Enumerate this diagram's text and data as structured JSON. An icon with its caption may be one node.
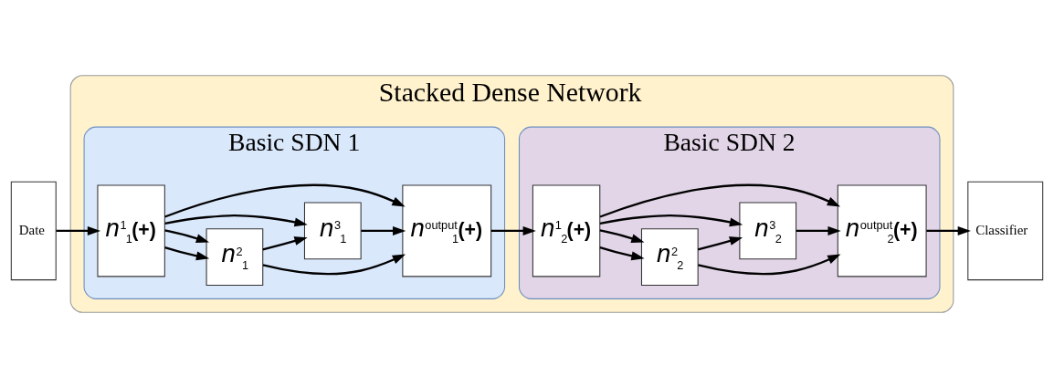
{
  "diagram": {
    "nodes": [
      {
        "text": [
          "Date"
        ]
      },
      {
        "text": [
          "Stacked Dense Network"
        ]
      },
      {
        "text": [
          "Basic SDN 1"
        ],
        "in": 1
      },
      {
        "text": [
          "*n*$^{1}$$_{1}$**(+)**"
        ],
        "in": 2
      },
      {
        "text": [
          "*n*$^{2}$$_{1}$"
        ],
        "in": 2
      },
      {
        "text": [
          "*n*$^{3}$$_{1}$"
        ],
        "in": 2
      },
      {
        "text": [
          "*n*$^{output}$$_{1}$**(+)**"
        ],
        "in": 2
      },
      {
        "text": [
          "Basic SDN 2"
        ],
        "in": 1
      },
      {
        "text": [
          "*n*$^{1}$$_{2}$**(+)**"
        ],
        "in": 7
      },
      {
        "text": [
          "*n*$^{2}$$_{2}$"
        ],
        "in": 7
      },
      {
        "text": [
          "*n*$^{3}$$_{2}$"
        ],
        "in": 7
      },
      {
        "text": [
          "*n*$^{output}$$_{2}$**(+)**"
        ],
        "in": 7
      },
      {
        "text": [
          "Classifier"
        ]
      }
    ],
    "edges": [
      {
        "from": 0,
        "to": 3,
        "arrow": "to"
      },
      {
        "from": 3,
        "to": 5,
        "arrow": "to"
      },
      {
        "from": 3,
        "to": 4,
        "arrow": "to"
      },
      {
        "from": 3,
        "to": 6,
        "arrow": "to"
      },
      {
        "from": 3,
        "to": 4,
        "arrow": "to"
      },
      {
        "from": 4,
        "to": 6,
        "arrow": "to"
      },
      {
        "from": 4,
        "to": 5,
        "arrow": "to"
      },
      {
        "from": 5,
        "to": 6,
        "arrow": "to"
      },
      {
        "from": 6,
        "to": 8,
        "arrow": "to"
      },
      {
        "from": 8,
        "to": 10,
        "arrow": "to"
      },
      {
        "from": 8,
        "to": 9,
        "arrow": "to"
      },
      {
        "from": 8,
        "to": 11,
        "arrow": "to"
      },
      {
        "from": 8,
        "to": 9,
        "arrow": "to"
      },
      {
        "from": 9,
        "to": 11,
        "arrow": "to"
      },
      {
        "from": 9,
        "to": 10,
        "arrow": "to"
      },
      {
        "from": 10,
        "to": 11,
        "arrow": "to"
      },
      {
        "from": 11,
        "to": 12,
        "arrow": "to"
      }
    ]
  }
}
